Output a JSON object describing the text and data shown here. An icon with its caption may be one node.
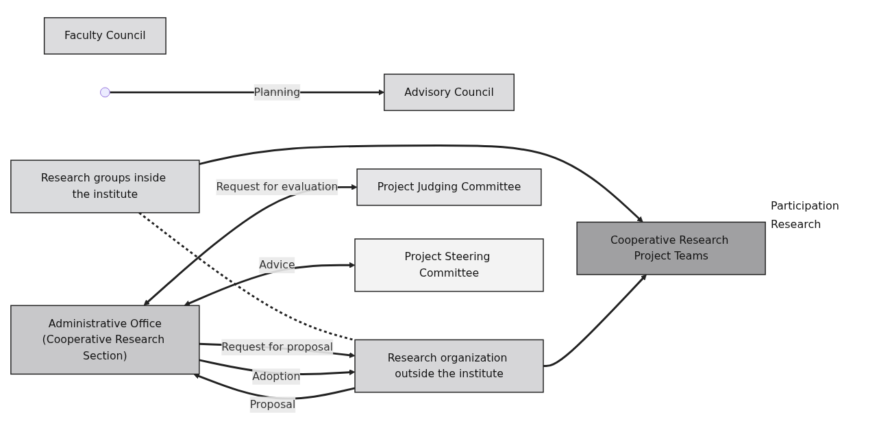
{
  "diagram": {
    "nodes": [
      {
        "text": [
          "Faculty Council"
        ]
      },
      {
        "text": [
          "Advisory Council"
        ]
      },
      {
        "text": [
          "Administrative Office",
          "(Cooperative Research Section)"
        ]
      },
      {
        "text": [
          "Research groups inside the institute"
        ]
      },
      {
        "text": [
          "Research organization outside the institute"
        ]
      },
      {
        "text": [
          "Cooperative Research Project Teams"
        ]
      },
      {
        "text": [
          "Project Judging Committee"
        ]
      },
      {
        "text": [
          "Project Steering Committee"
        ]
      }
    ],
    "edges": [
      {
        "from": 3,
        "to": 5,
        "arrow": "to"
      },
      {
        "from": 3,
        "to": 4,
        "arrow": "none",
        "style": "dashed"
      },
      {
        "from": null,
        "to": 1,
        "arrow": "to",
        "label": "Planning"
      },
      {
        "from": 2,
        "to": 4,
        "arrow": "to",
        "label": "Request for proposal"
      },
      {
        "from": 4,
        "to": 2,
        "arrow": "to",
        "label": "Proposal"
      },
      {
        "from": 2,
        "to": 4,
        "arrow": "to",
        "label": "Adoption"
      },
      {
        "from": 4,
        "to": 5,
        "arrow": "to"
      },
      {
        "from": 2,
        "to": 6,
        "arrow": "both",
        "label": "Request for evaluation"
      },
      {
        "from": 2,
        "to": 7,
        "arrow": "both",
        "label": "Advice"
      }
    ],
    "labels": [
      "Participation",
      "Research"
    ]
  }
}
